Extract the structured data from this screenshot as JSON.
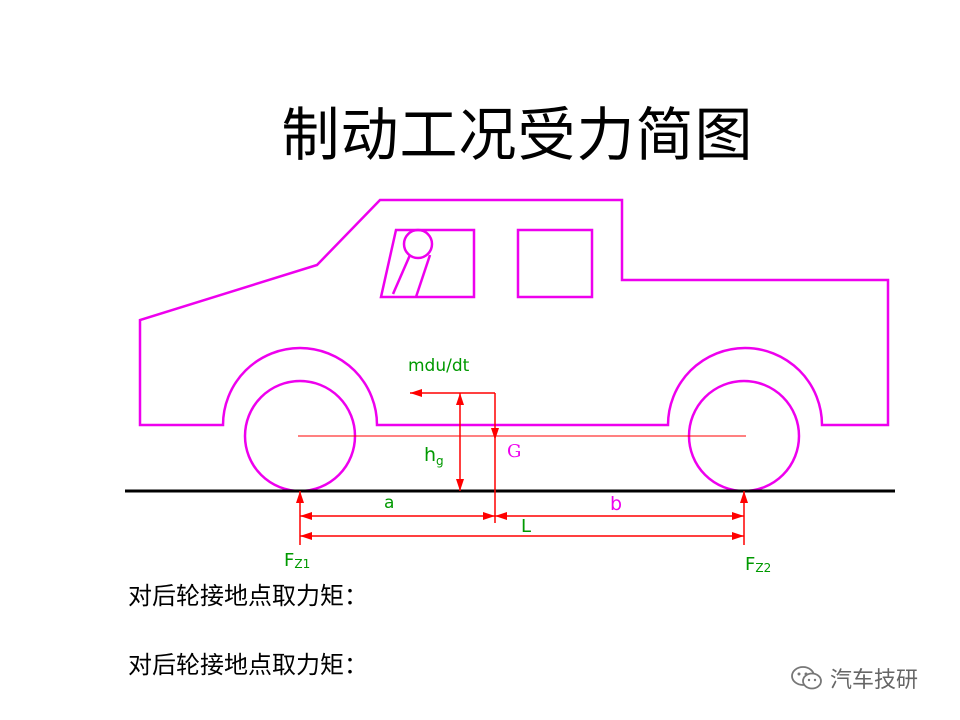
{
  "title": "制动工况受力简图",
  "labels": {
    "inertia": "mdu/dt",
    "hg": "h",
    "hg_sub": "g",
    "gravity": "G",
    "a": "a",
    "b": "b",
    "L": "L",
    "fz1": "F",
    "fz1_sub": "Z1",
    "fz2": "F",
    "fz2_sub": "Z2"
  },
  "lines": [
    "对后轮接地点取力矩：",
    "对后轮接地点取力矩："
  ],
  "watermark": "汽车技研",
  "colors": {
    "body": "#ee00ee",
    "dimension": "#ff0000",
    "label_green": "#009900",
    "label_magenta": "#ee00ee",
    "label_red": "#ff0000",
    "ground": "#000000"
  }
}
